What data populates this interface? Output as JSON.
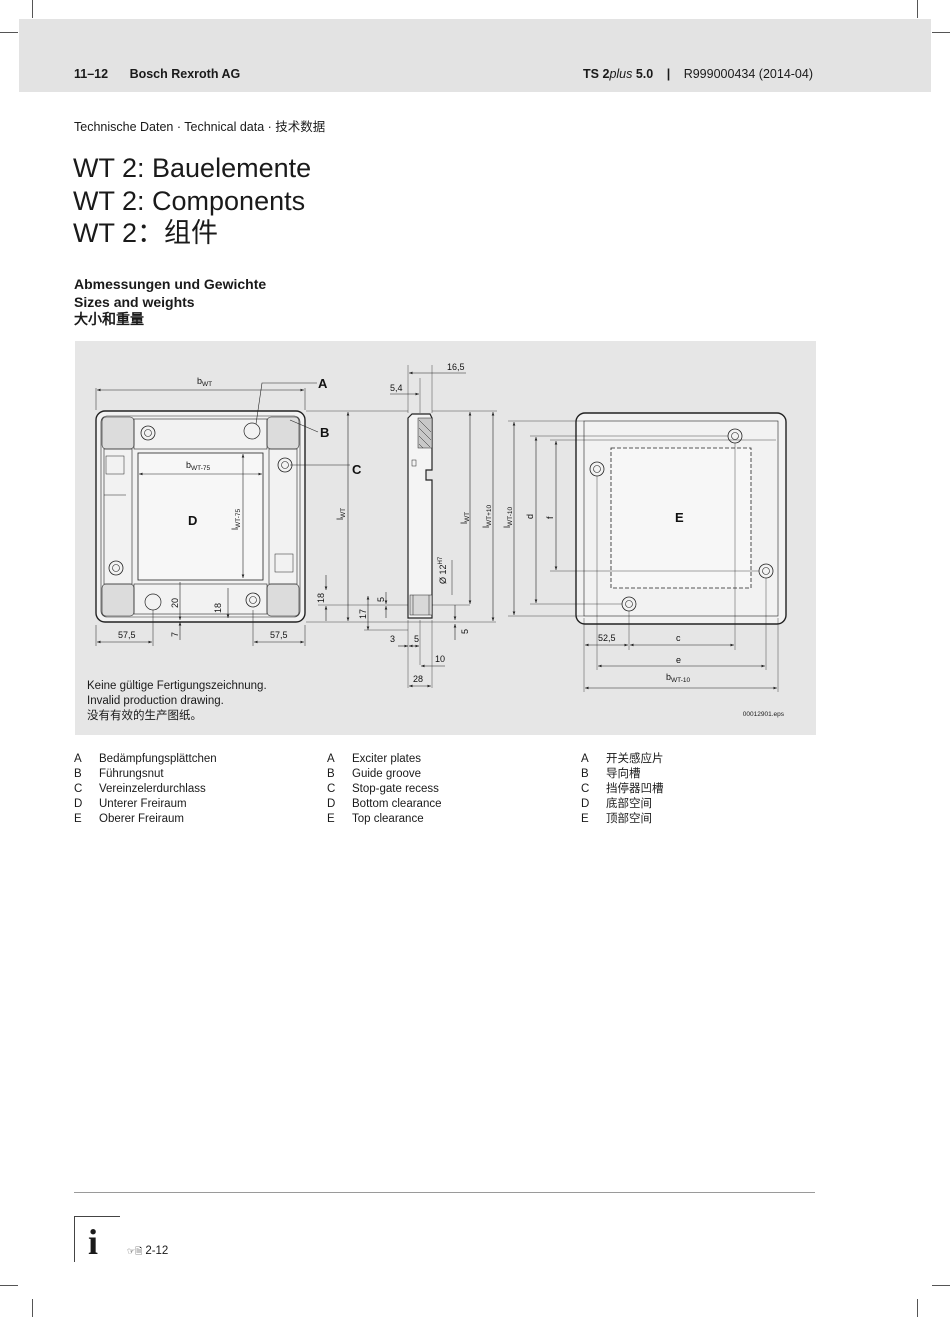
{
  "header": {
    "page_number": "11–12",
    "company": "Bosch Rexroth AG",
    "product_prefix": "TS 2",
    "product_italic": "plus",
    "product_suffix": " 5.0",
    "separator": "|",
    "document_id": "R999000434",
    "document_date": "(2014-04)"
  },
  "subtitle": "Technische Daten · Technical data · 技术数据",
  "title": {
    "de": "WT 2: Bauelemente",
    "en": "WT 2: Components",
    "zh": "WT 2：组件"
  },
  "section": {
    "de": "Abmessungen und Gewichte",
    "en": "Sizes and weights",
    "zh": "大小和重量"
  },
  "figure": {
    "callouts": [
      "A",
      "B",
      "C",
      "D",
      "E"
    ],
    "dimension_labels": {
      "b_wt": "b",
      "b_wt_sub": "WT",
      "b_wt75": "b",
      "b_wt75_sub": "WT-75",
      "l_wt75": "l",
      "l_wt75_sub": "WT-75",
      "l_wt": "l",
      "l_wt_sub": "WT",
      "l_wt_plus10": "l",
      "l_wt_plus10_sub": "WT+10",
      "l_wt_minus10": "l",
      "l_wt_minus10_sub": "WT-10",
      "b_wt_minus10": "b",
      "b_wt_minus10_sub": "WT-10",
      "d": "d",
      "f": "f",
      "c": "c",
      "e": "e",
      "diameter": "Ø 12",
      "diameter_tol": "H7",
      "v57_5_left": "57,5",
      "v57_5_right": "57,5",
      "v20": "20",
      "v18_a": "18",
      "v7": "7",
      "v18_b": "18",
      "v17": "17",
      "v5_a": "5",
      "v16_5": "16,5",
      "v5_4": "5,4",
      "v3": "3",
      "v5_b": "5",
      "v10": "10",
      "v28": "28",
      "v5_c": "5",
      "v52_5": "52,5"
    },
    "note": [
      "Keine gültige Fertigungszeichnung.",
      "Invalid production drawing.",
      "没有有效的生产图纸。"
    ],
    "file_id": "00012901.eps"
  },
  "legend": {
    "de": [
      {
        "key": "A",
        "text": "Bedämpfungsplättchen"
      },
      {
        "key": "B",
        "text": "Führungsnut"
      },
      {
        "key": "C",
        "text": "Vereinzelerdurchlass"
      },
      {
        "key": "D",
        "text": "Unterer Freiraum"
      },
      {
        "key": "E",
        "text": "Oberer Freiraum"
      }
    ],
    "en": [
      {
        "key": "A",
        "text": "Exciter plates"
      },
      {
        "key": "B",
        "text": "Guide groove"
      },
      {
        "key": "C",
        "text": "Stop-gate recess"
      },
      {
        "key": "D",
        "text": "Bottom clearance"
      },
      {
        "key": "E",
        "text": "Top clearance"
      }
    ],
    "zh": [
      {
        "key": "A",
        "text": "开关感应片"
      },
      {
        "key": "B",
        "text": "导向槽"
      },
      {
        "key": "C",
        "text": "挡停器凹槽"
      },
      {
        "key": "D",
        "text": "底部空间"
      },
      {
        "key": "E",
        "text": "顶部空间"
      }
    ]
  },
  "footer": {
    "info_icon": "i",
    "reference_icon": "☞🗎",
    "reference": "2-12"
  }
}
